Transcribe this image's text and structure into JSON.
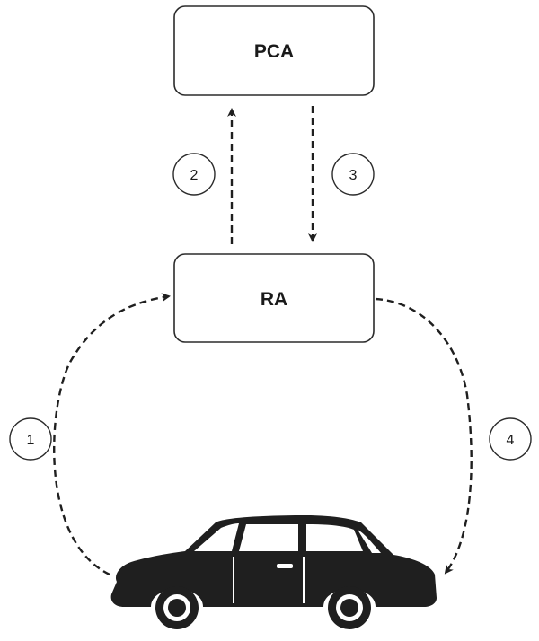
{
  "nodes": {
    "pca": {
      "label": "PCA"
    },
    "ra": {
      "label": "RA"
    }
  },
  "steps": {
    "s1": "1",
    "s2": "2",
    "s3": "3",
    "s4": "4"
  },
  "vehicle": {
    "icon": "car-icon"
  }
}
